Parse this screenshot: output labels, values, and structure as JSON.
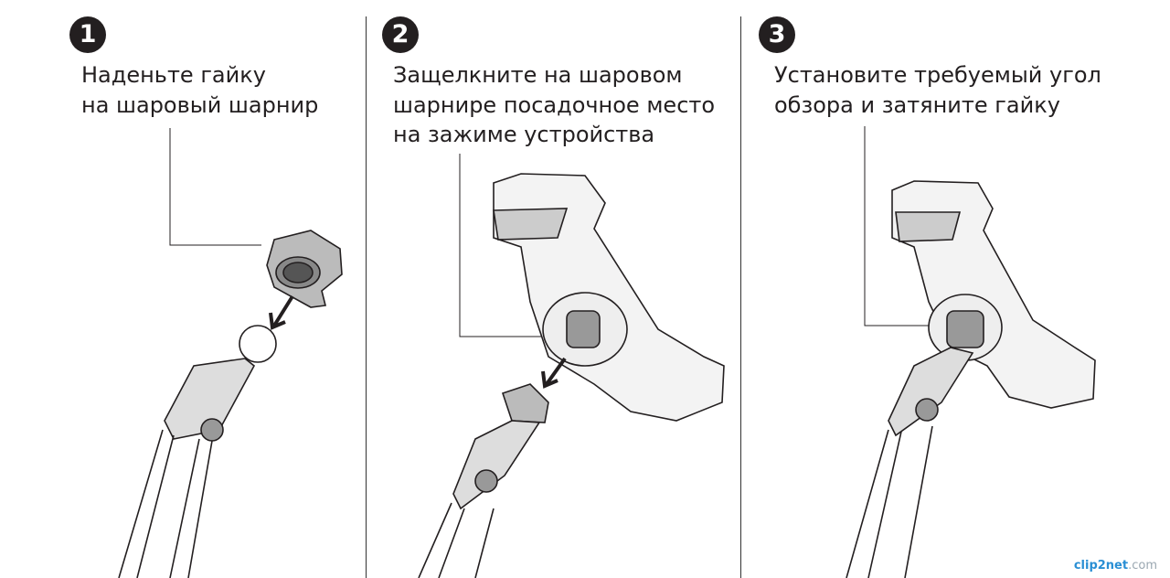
{
  "steps": [
    {
      "number": "1",
      "lines": [
        "Наденьте гайку",
        "на шаровый шарнир"
      ]
    },
    {
      "number": "2",
      "lines": [
        "Защелкните на шаровом",
        "шарнире посадочное место",
        "на зажиме устройства"
      ]
    },
    {
      "number": "3",
      "lines": [
        "Установите требуемый угол",
        "обзора и затяните гайку"
      ]
    }
  ],
  "watermark": {
    "brand": "clip2net",
    "domain": ".com"
  }
}
